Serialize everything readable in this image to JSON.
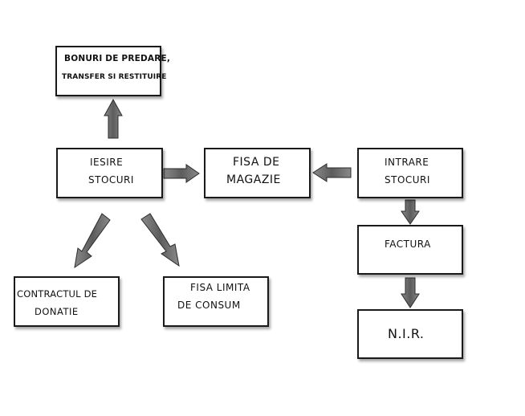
{
  "diagram": {
    "nodes": {
      "bonuri": {
        "line1": "BONURI DE PREDARE,",
        "line2": "TRANSFER SI RESTITUIRE"
      },
      "iesire": {
        "line1": "IESIRE",
        "line2": "STOCURI"
      },
      "fisa_magazie": {
        "line1": "FISA DE",
        "line2": "MAGAZIE"
      },
      "intrare": {
        "line1": "INTRARE",
        "line2": "STOCURI"
      },
      "factura": {
        "line1": "FACTURA"
      },
      "nir": {
        "line1": "N.I.R."
      },
      "contractul": {
        "line1": "CONTRACTUL DE",
        "line2": "DONATIE"
      },
      "fisa_limita": {
        "line1": "FISA LIMITA",
        "line2": "DE CONSUM"
      }
    },
    "colors": {
      "arrow_fill": "#6b6b6b",
      "arrow_stroke": "#2b2b2b",
      "box_border": "#1a1a1a"
    }
  }
}
